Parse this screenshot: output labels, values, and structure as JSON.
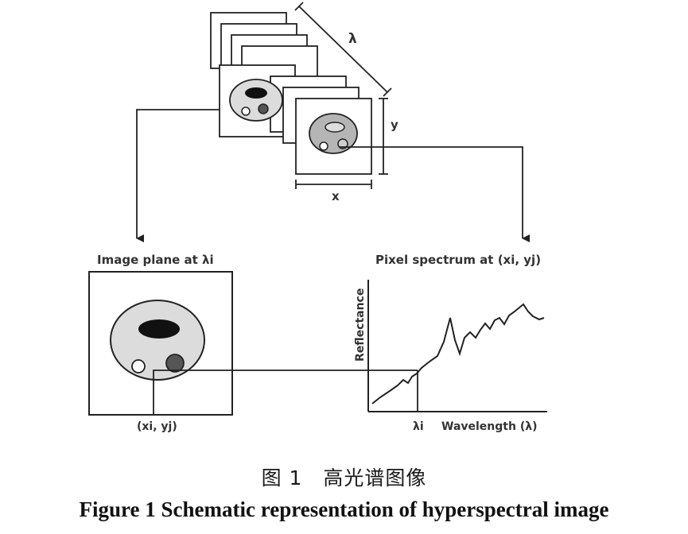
{
  "labels": {
    "lambda": "λ",
    "y": "y",
    "x": "x",
    "image_plane": "Image plane at λi",
    "pixel_spectrum": "Pixel spectrum at (xi, yj)",
    "reflectance": "Reflectance",
    "lambda_i": "λi",
    "wavelength": "Wavelength (λ)",
    "coordinate": "(xi, yj)"
  },
  "caption": {
    "chinese": "图 1　高光谱图像",
    "english": "Figure 1   Schematic representation of hyperspectral image"
  },
  "colors": {
    "line": "#222222",
    "cell_light": "#dcdcdc",
    "cell_dark_spot": "#111111",
    "cell_gray_spot": "#555555",
    "frame_fill": "#ffffff"
  }
}
